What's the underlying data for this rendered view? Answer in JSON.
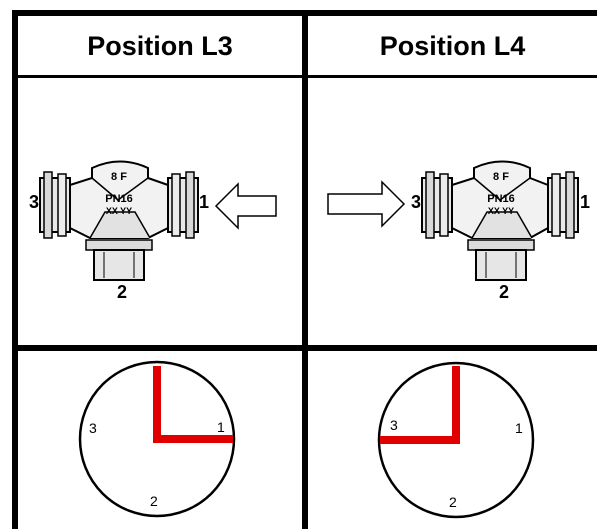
{
  "headers": [
    "Position L3",
    "Position L4"
  ],
  "valve": {
    "top_mark": "8 F",
    "pressure_mark": "PN16",
    "code_mark": "XX YY",
    "ports": {
      "left": "3",
      "right": "1",
      "bottom": "2"
    }
  },
  "arrows": [
    {
      "panel": "Position L3",
      "direction": "left"
    },
    {
      "panel": "Position L4",
      "direction": "right"
    }
  ],
  "clocks": [
    {
      "panel": "Position L3",
      "labels": {
        "left": "3",
        "right": "1",
        "bottom": "2"
      },
      "open_paths": [
        "top",
        "right"
      ],
      "path_color": "#e00000"
    },
    {
      "panel": "Position L4",
      "labels": {
        "left": "3",
        "right": "1",
        "bottom": "2"
      },
      "open_paths": [
        "top",
        "left"
      ],
      "path_color": "#e00000"
    }
  ]
}
